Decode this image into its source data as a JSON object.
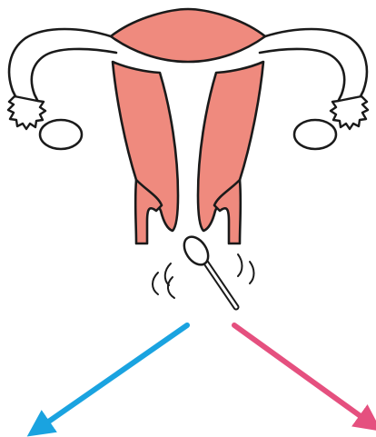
{
  "diagram": {
    "subject": "uterus-cervical-swab-sampling",
    "colors": {
      "tissue_fill": "#ef8a7e",
      "outline": "#1a1a1a",
      "background": "#ffffff",
      "arrow_left": "#1aa3e0",
      "arrow_right": "#e5507f",
      "swab_fill": "#ffffff"
    },
    "arrows": [
      {
        "direction": "down-left",
        "color_key": "arrow_left"
      },
      {
        "direction": "down-right",
        "color_key": "arrow_right"
      }
    ],
    "icons": [
      "uterus-icon",
      "fallopian-tube-icon",
      "ovary-icon",
      "cotton-swab-icon"
    ]
  }
}
